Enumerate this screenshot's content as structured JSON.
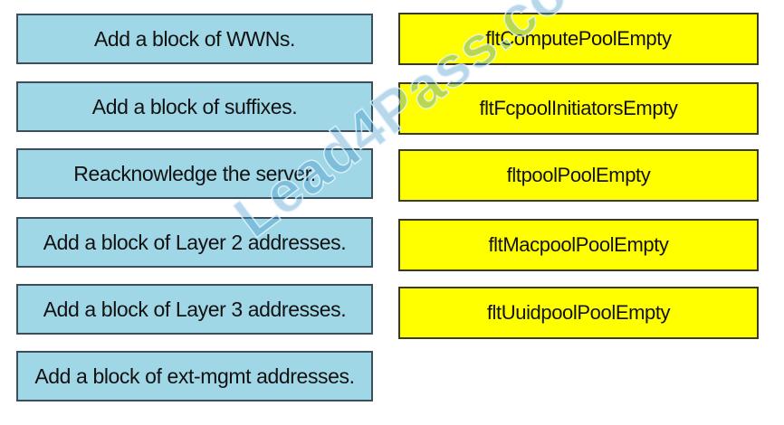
{
  "actions": [
    "Add a block of WWNs.",
    "Add a block of suffixes.",
    "Reacknowledge the server.",
    "Add a block of Layer 2 addresses.",
    "Add a block of  Layer 3 addresses.",
    "Add a block of ext-mgmt addresses."
  ],
  "faults": [
    "fltComputePoolEmpty",
    "fltFcpoolInitiatorsEmpty",
    "fltpoolPoolEmpty",
    "fltMacpoolPoolEmpty",
    "fltUuidpoolPoolEmpty"
  ],
  "watermark": "Lead4Pass.com",
  "colors": {
    "action_fill": "#9fd7e6",
    "action_border": "#3b4f5c",
    "fault_fill": "#ffff00",
    "fault_border": "#3a3a20"
  }
}
